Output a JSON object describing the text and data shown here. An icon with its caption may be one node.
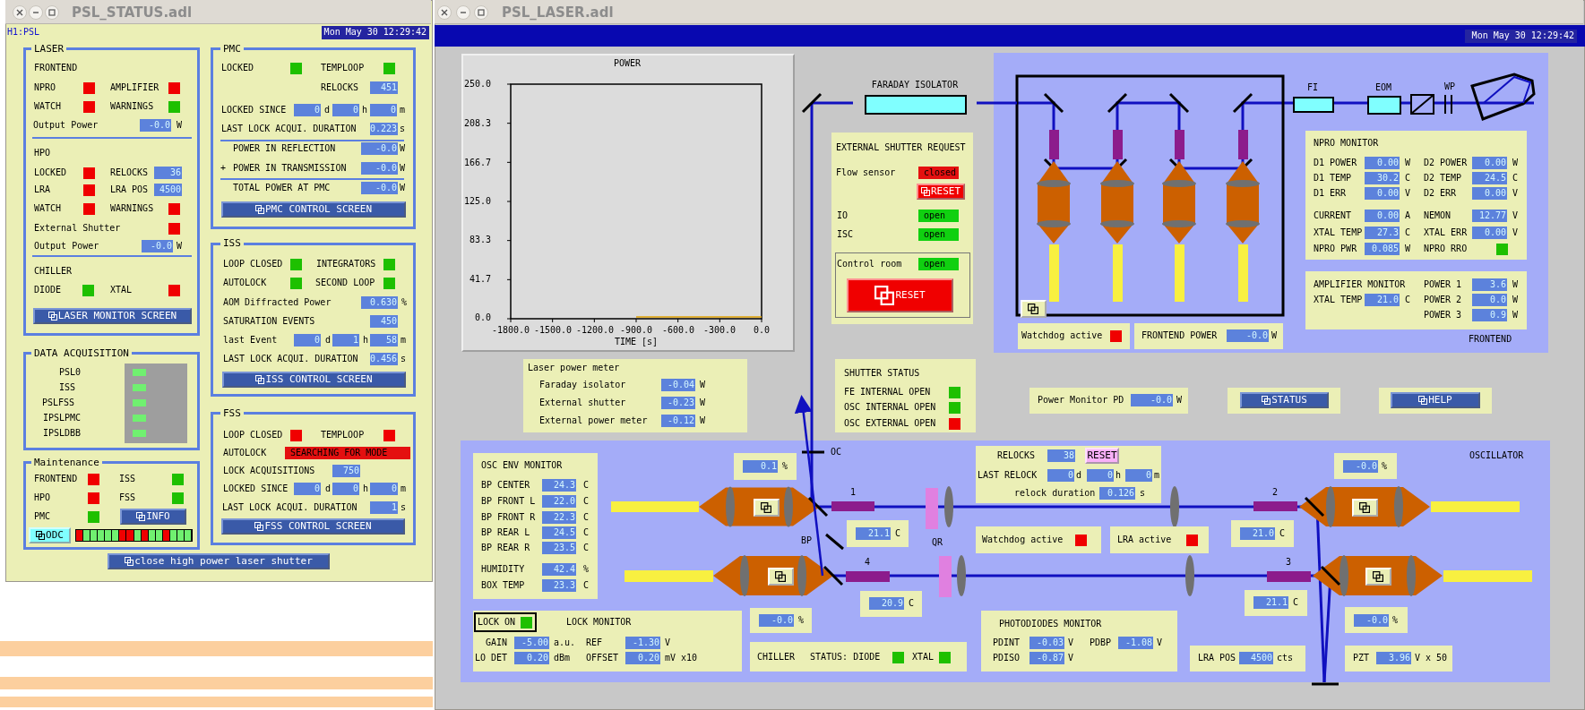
{
  "diagram": {
    "nodes": [
      {
        "text": [
          "PSL_STATUS.adl",
          "H1:PSL",
          "Mon May 30 12:29:42",
          "close high power laser shutter"
        ]
      },
      {
        "text": [
          "LASER",
          "FRONTEND",
          "NPRO",
          "AMPLIFIER",
          "WATCH",
          "WARNINGS",
          "Output Power",
          "-0.0",
          "W",
          "HPO",
          "LOCKED",
          "RELOCKS",
          "36",
          "LRA",
          "LRA POS",
          "4500",
          "WATCH",
          "WARNINGS",
          "External Shutter",
          "Output Power",
          "-0.0",
          "W",
          "CHILLER",
          "DIODE",
          "XTAL",
          "LASER MONITOR SCREEN"
        ],
        "in": 0
      },
      {
        "text": [
          "PMC",
          "LOCKED",
          "TEMPLOOP",
          "RELOCKS",
          "451",
          "LOCKED SINCE",
          "0",
          "d",
          "0",
          "h",
          "0",
          "m",
          "LAST LOCK ACQUI. DURATION",
          "0.223",
          "s",
          "POWER IN REFLECTION",
          "-0.0",
          "W",
          "+",
          "POWER IN TRANSMISSION",
          "-0.0",
          "W",
          "TOTAL POWER AT PMC",
          "-0.0",
          "W",
          "PMC CONTROL SCREEN"
        ],
        "in": 0
      },
      {
        "text": [
          "ISS",
          "LOOP CLOSED",
          "INTEGRATORS",
          "AUTOLOCK",
          "SECOND LOOP",
          "AOM Diffracted Power",
          "0.630",
          "%",
          "SATURATION EVENTS",
          "450",
          "last Event",
          "0",
          "d",
          "1",
          "h",
          "58",
          "m",
          "LAST LOCK ACQUI. DURATION",
          "0.456",
          "s",
          "ISS CONTROL SCREEN"
        ],
        "in": 0
      },
      {
        "text": [
          "DATA ACQUISITION",
          "PSL0",
          "ISS",
          "PSLFSS",
          "IPSLPMC",
          "IPSLDBB"
        ],
        "in": 0
      },
      {
        "text": [
          "FSS",
          "LOOP CLOSED",
          "TEMPLOOP",
          "AUTOLOCK",
          "SEARCHING FOR MODE",
          "LOCK ACQUISITIONS",
          "750",
          "LOCKED SINCE",
          "0",
          "d",
          "0",
          "h",
          "0",
          "m",
          "LAST LOCK ACQUI. DURATION",
          "1",
          "s",
          "FSS CONTROL SCREEN"
        ],
        "in": 0
      },
      {
        "text": [
          "Maintenance",
          "FRONTEND",
          "ISS",
          "HPO",
          "FSS",
          "PMC",
          "INFO",
          "ODC"
        ],
        "in": 0
      },
      {
        "text": [
          "PSL_LASER.adl",
          "Mon May 30 12:29:42"
        ]
      },
      {
        "text": [
          "POWER",
          "250.0",
          "208.3",
          "166.7",
          "125.0",
          "83.3",
          "41.7",
          "0.0",
          "-1800.0",
          "-1500.0",
          "-1200.0",
          "-900.0",
          "-600.0",
          "-300.0",
          "0.0",
          "TIME [s]"
        ],
        "in": 7
      },
      {
        "text": [
          "FARADAY ISOLATOR"
        ],
        "in": 7
      },
      {
        "text": [
          "EXTERNAL SHUTTER REQUEST",
          "Flow sensor",
          "closed",
          "RESET",
          "IO",
          "open",
          "ISC",
          "open",
          "Control room",
          "open",
          "RESET"
        ],
        "in": 7
      },
      {
        "text": [
          "FRONTEND"
        ],
        "in": 7
      },
      {
        "text": [
          "NPRO MONITOR",
          "D1 POWER",
          "0.00",
          "W",
          "D2 POWER",
          "0.00",
          "W",
          "D1 TEMP",
          "30.2",
          "C",
          "D2 TEMP",
          "24.5",
          "C",
          "D1 ERR",
          "0.00",
          "V",
          "D2 ERR",
          "0.00",
          "V",
          "CURRENT",
          "0.00",
          "A",
          "NEMON",
          "12.77",
          "V",
          "XTAL TEMP",
          "27.3",
          "C",
          "XTAL ERR",
          "0.00",
          "V",
          "NPRO PWR",
          "0.085",
          "W",
          "NPRO RRO"
        ],
        "in": 11
      },
      {
        "text": [
          "AMPLIFIER MONITOR",
          "POWER 1",
          "3.6",
          "W",
          "XTAL TEMP",
          "21.0",
          "C",
          "POWER 2",
          "0.0",
          "W",
          "POWER 3",
          "0.9",
          "W"
        ],
        "in": 11
      },
      {
        "text": [
          "Watchdog active"
        ],
        "in": 11
      },
      {
        "text": [
          "FRONTEND POWER",
          "-0.0",
          "W"
        ],
        "in": 11
      },
      {
        "text": [
          "Laser power meter",
          "Faraday isolator",
          "-0.04",
          "W",
          "External shutter",
          "-0.23",
          "W",
          "External power meter",
          "-0.12",
          "W"
        ],
        "in": 7
      },
      {
        "text": [
          "SHUTTER STATUS",
          "FE INTERNAL OPEN",
          "OSC INTERNAL OPEN",
          "OSC EXTERNAL OPEN"
        ],
        "in": 7
      },
      {
        "text": [
          "Power Monitor PD",
          "-0.0",
          "W"
        ],
        "in": 7
      },
      {
        "text": [
          "STATUS"
        ],
        "in": 7
      },
      {
        "text": [
          "HELP"
        ],
        "in": 7
      },
      {
        "text": [
          "OSCILLATOR"
        ],
        "in": 7
      },
      {
        "text": [
          "OSC ENV MONITOR",
          "BP CENTER",
          "24.3",
          "C",
          "BP FRONT L",
          "22.0",
          "C",
          "BP FRONT R",
          "22.3",
          "C",
          "BP REAR L",
          "24.5",
          "C",
          "BP REAR R",
          "23.5",
          "C",
          "HUMIDITY",
          "42.4",
          "%",
          "BOX TEMP",
          "23.3",
          "C"
        ],
        "in": 21
      },
      {
        "text": [
          "0.1",
          "%"
        ],
        "in": 21
      },
      {
        "text": [
          "RELOCKS",
          "38",
          "RESET",
          "LAST RELOCK",
          "0",
          "d",
          "0",
          "h",
          "0",
          "m",
          "relock duration",
          "0.126",
          "s"
        ],
        "in": 21
      },
      {
        "text": [
          "-0.0",
          "%"
        ],
        "in": 21
      },
      {
        "text": [
          "21.1",
          "C"
        ],
        "in": 21
      },
      {
        "text": [
          "Watchdog active"
        ],
        "in": 21
      },
      {
        "text": [
          "LRA active"
        ],
        "in": 21
      },
      {
        "text": [
          "21.0",
          "C"
        ],
        "in": 21
      },
      {
        "text": [
          "20.9",
          "C"
        ],
        "in": 21
      },
      {
        "text": [
          "-0.0",
          "%"
        ],
        "in": 21
      },
      {
        "text": [
          "21.1",
          "C"
        ],
        "in": 21
      },
      {
        "text": [
          "-0.0",
          "%"
        ],
        "in": 21
      },
      {
        "text": [
          "LOCK ON",
          "LOCK MONITOR",
          "GAIN",
          "-5.00",
          "a.u.",
          "REF",
          "-1.30",
          "V",
          "LO DET",
          "0.20",
          "dBm",
          "OFFSET",
          "0.20",
          "mV x10"
        ],
        "in": 21
      },
      {
        "text": [
          "CHILLER",
          "STATUS: DIODE",
          "XTAL"
        ],
        "in": 21
      },
      {
        "text": [
          "PHOTODIODES MONITOR",
          "PDINT",
          "-0.03",
          "V",
          "PDBP",
          "-1.08",
          "V",
          "PDISO",
          "-0.87",
          "V"
        ],
        "in": 21
      },
      {
        "text": [
          "LRA POS",
          "4500",
          "cts"
        ],
        "in": 21
      },
      {
        "text": [
          "PZT",
          "3.96",
          "V x 50"
        ],
        "in": 21
      },
      {
        "text": [
          "FI"
        ],
        "in": 11
      },
      {
        "text": [
          "EOM"
        ],
        "in": 11
      }
    ],
    "labels": [
      "WP",
      "OC",
      "1",
      "2",
      "BP",
      "QR",
      "4",
      "3"
    ]
  }
}
